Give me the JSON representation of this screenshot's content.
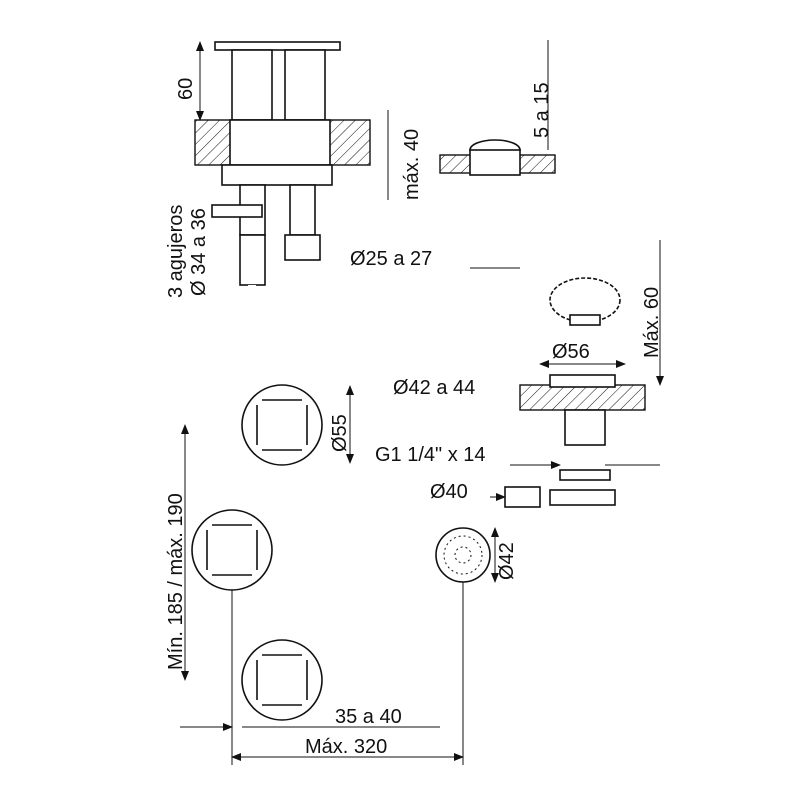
{
  "dimensions": {
    "height_60": "60",
    "max_40": "máx. 40",
    "range_5_15": "5 a 15",
    "holes": "3 agujeros",
    "holes_diameter": "Ø 34 a 36",
    "pipe_diameter": "Ø25 a 27",
    "max_60": "Máx. 60",
    "d56": "Ø56",
    "d42_44": "Ø42 a 44",
    "d55": "Ø55",
    "thread": "G1 1/4\" x 14",
    "d40": "Ø40",
    "d42": "Ø42",
    "min_max_spacing": "Mín. 185 / máx. 190",
    "range_35_40": "35 a 40",
    "max_320": "Máx. 320"
  }
}
